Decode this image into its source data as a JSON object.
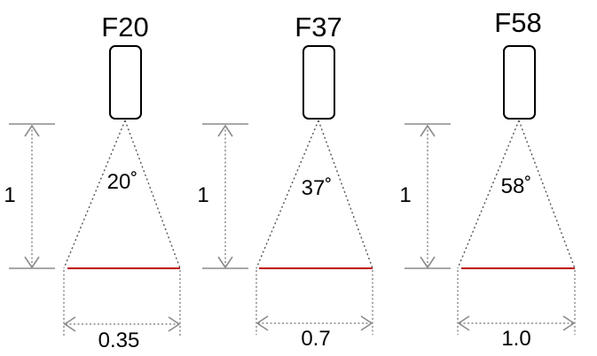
{
  "units": [
    {
      "title": "F20",
      "angle": "20˚",
      "height": "1",
      "width": "0.35"
    },
    {
      "title": "F37",
      "angle": "37˚",
      "height": "1",
      "width": "0.7"
    },
    {
      "title": "F58",
      "angle": "58˚",
      "height": "1",
      "width": "1.0"
    }
  ],
  "colors": {
    "target_line": "#c00000",
    "dimension": "#8c8c8c",
    "outline": "#000000"
  }
}
